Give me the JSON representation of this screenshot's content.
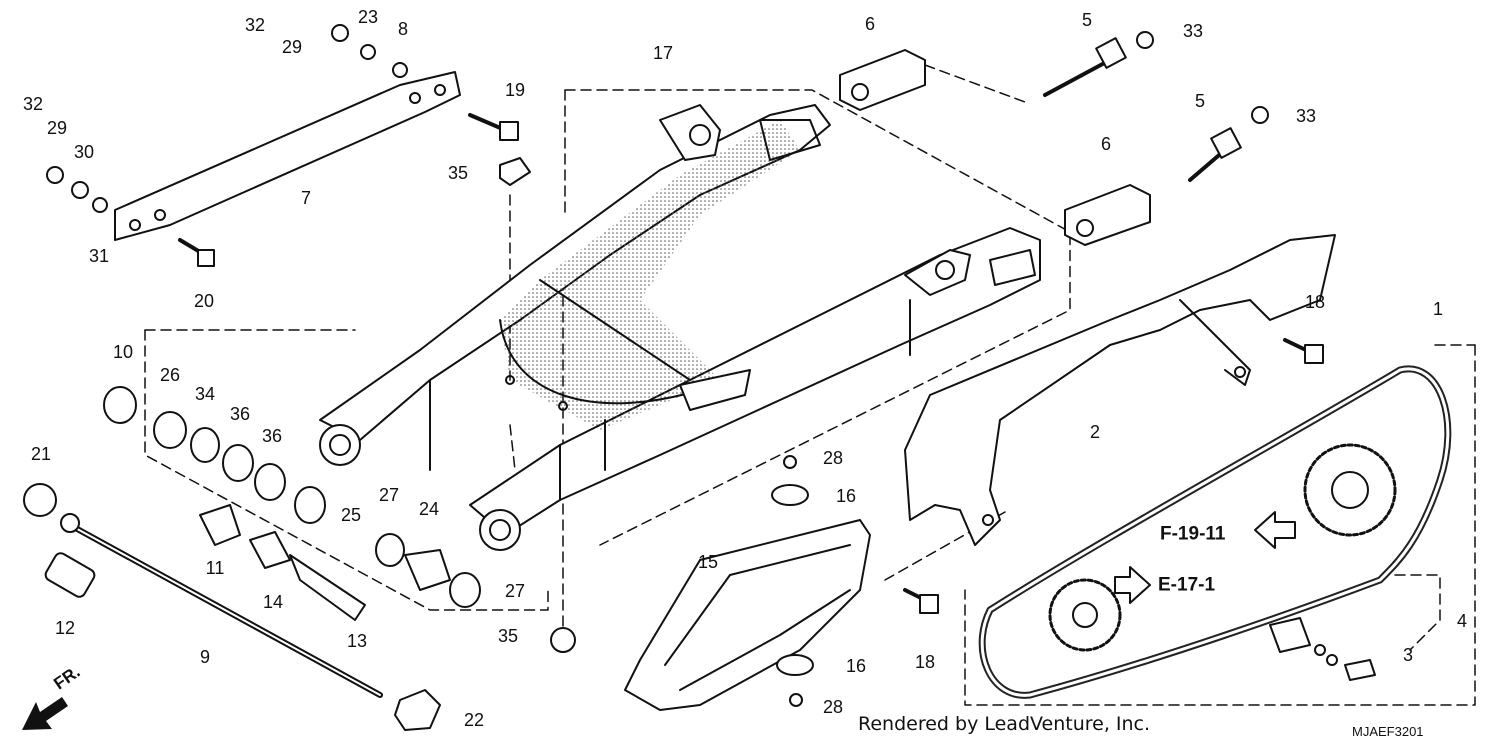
{
  "diagram": {
    "callouts": [
      "1",
      "2",
      "3",
      "4",
      "5",
      "5",
      "6",
      "6",
      "7",
      "8",
      "9",
      "10",
      "11",
      "12",
      "13",
      "14",
      "15",
      "16",
      "16",
      "17",
      "18",
      "18",
      "19",
      "20",
      "21",
      "22",
      "23",
      "24",
      "25",
      "26",
      "27",
      "27",
      "28",
      "28",
      "29",
      "29",
      "30",
      "31",
      "32",
      "32",
      "33",
      "33",
      "34",
      "35",
      "35",
      "36",
      "36"
    ],
    "references": [
      "F-19-11",
      "E-17-1"
    ],
    "direction_label": "FR.",
    "credit": "Rendered by LeadVenture, Inc.",
    "diagram_code": "MJAEF3201"
  }
}
